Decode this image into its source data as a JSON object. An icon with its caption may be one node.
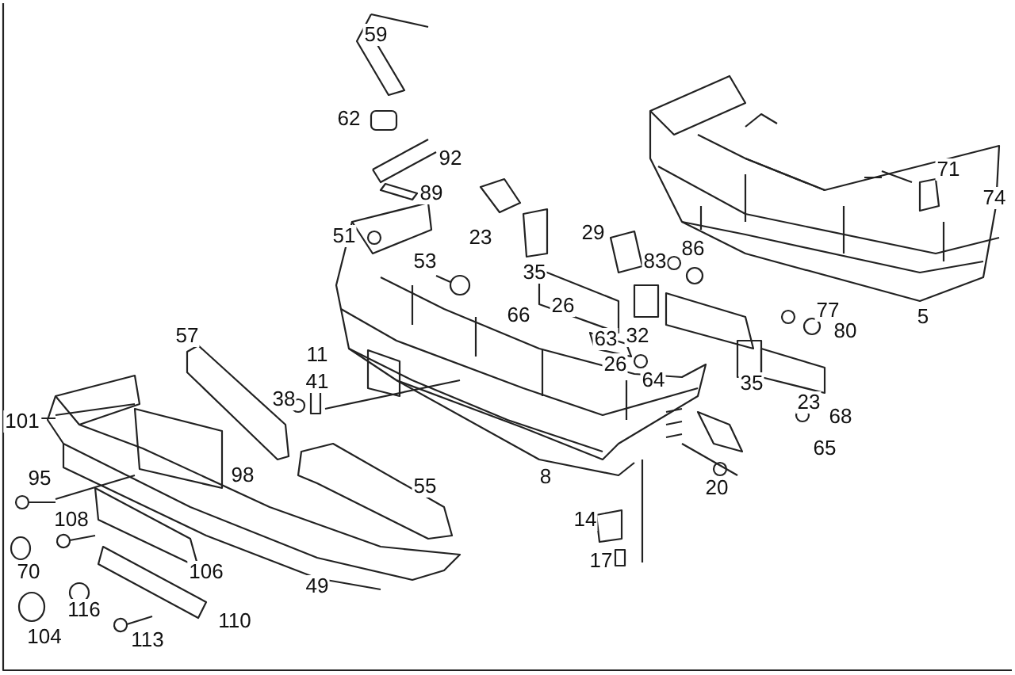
{
  "diagram": {
    "labels": [
      "59",
      "62",
      "92",
      "71",
      "89",
      "74",
      "51",
      "23",
      "29",
      "86",
      "53",
      "83",
      "35",
      "66",
      "26",
      "77",
      "5",
      "57",
      "63",
      "32",
      "80",
      "11",
      "26",
      "41",
      "64",
      "35",
      "38",
      "23",
      "101",
      "68",
      "65",
      "95",
      "98",
      "55",
      "8",
      "20",
      "108",
      "14",
      "70",
      "106",
      "17",
      "49",
      "116",
      "110",
      "104",
      "113"
    ]
  }
}
